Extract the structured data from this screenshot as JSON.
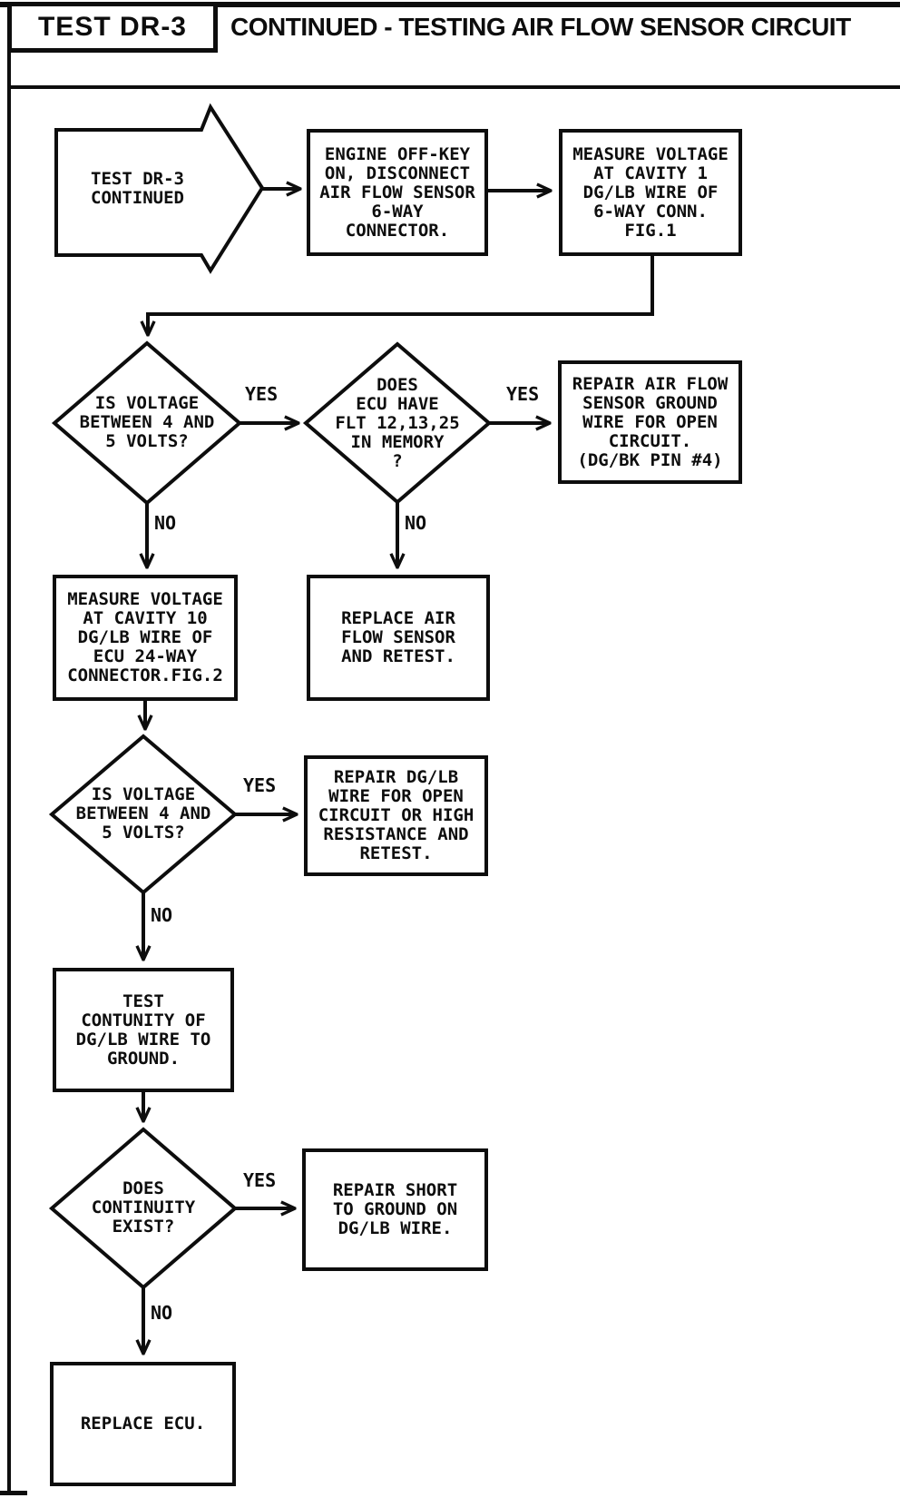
{
  "header": {
    "test_id": "TEST DR-3",
    "title": "CONTINUED - TESTING AIR FLOW SENSOR CIRCUIT"
  },
  "labels": {
    "yes": "YES",
    "no": "NO"
  },
  "nodes": {
    "start_flag": {
      "lines": [
        "TEST DR-3",
        "CONTINUED"
      ]
    },
    "disconnect_sensor": {
      "lines": [
        "ENGINE OFF-KEY",
        "ON, DISCONNECT",
        "AIR FLOW SENSOR",
        "6-WAY",
        "CONNECTOR."
      ]
    },
    "measure_cavity1": {
      "lines": [
        "MEASURE VOLTAGE",
        "AT CAVITY 1",
        "DG/LB WIRE OF",
        "6-WAY CONN.",
        "FIG.1"
      ]
    },
    "voltage_check_1": {
      "lines": [
        "IS VOLTAGE",
        "BETWEEN 4 AND",
        "5 VOLTS?"
      ]
    },
    "fault_memory": {
      "lines": [
        "DOES",
        "ECU HAVE",
        "FLT 12,13,25",
        "IN MEMORY",
        "?"
      ]
    },
    "repair_ground": {
      "lines": [
        "REPAIR AIR FLOW",
        "SENSOR GROUND",
        "WIRE FOR OPEN",
        "CIRCUIT.",
        "(DG/BK PIN #4)"
      ]
    },
    "measure_cavity10": {
      "lines": [
        "MEASURE VOLTAGE",
        "AT CAVITY 10",
        "DG/LB WIRE OF",
        "ECU 24-WAY",
        "CONNECTOR.FIG.2"
      ]
    },
    "replace_sensor": {
      "lines": [
        "REPLACE AIR",
        "FLOW SENSOR",
        "AND RETEST."
      ]
    },
    "voltage_check_2": {
      "lines": [
        "IS VOLTAGE",
        "BETWEEN 4 AND",
        "5 VOLTS?"
      ]
    },
    "repair_open_wire": {
      "lines": [
        "REPAIR DG/LB",
        "WIRE FOR OPEN",
        "CIRCUIT OR HIGH",
        "RESISTANCE AND",
        "RETEST."
      ]
    },
    "test_continuity": {
      "lines": [
        "TEST",
        "CONTUNITY OF",
        "DG/LB WIRE TO",
        "GROUND."
      ]
    },
    "continuity_check": {
      "lines": [
        "DOES",
        "CONTINUITY",
        "EXIST?"
      ]
    },
    "repair_short": {
      "lines": [
        "REPAIR SHORT",
        "TO GROUND ON",
        "DG/LB WIRE."
      ]
    },
    "replace_ecu": {
      "lines": [
        "REPLACE ECU."
      ]
    }
  }
}
